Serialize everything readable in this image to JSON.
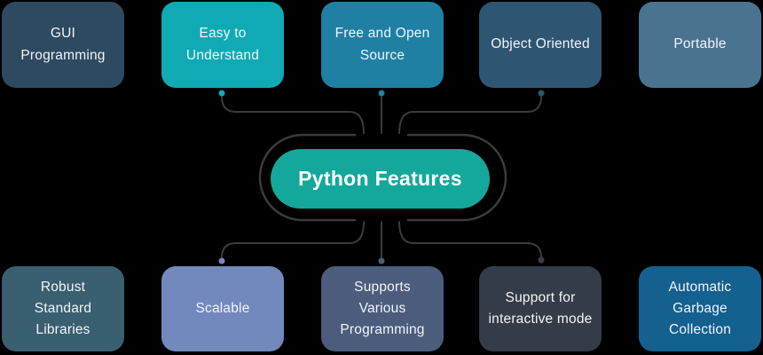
{
  "title": "Python Features",
  "colors": {
    "background": "#000000",
    "connector": "#3b3b3b",
    "label_text": "#f2f4f6",
    "center_fill": "#13a89b"
  },
  "center": {
    "label": "Python Features",
    "color": "#13a89b"
  },
  "top_row": [
    {
      "label": "GUI Programming",
      "color": "#2d4a61",
      "connected": false
    },
    {
      "label": "Easy to Understand",
      "color": "#10aab5",
      "connected": true
    },
    {
      "label": "Free and Open Source",
      "color": "#1f80a4",
      "connected": true
    },
    {
      "label": "Object Oriented",
      "color": "#2e5672",
      "connected": true
    },
    {
      "label": "Portable",
      "color": "#4a7390",
      "connected": false
    }
  ],
  "bottom_row": [
    {
      "label": "Robust Standard Libraries",
      "color": "#395f70",
      "connected": false
    },
    {
      "label": "Scalable",
      "color": "#7289be",
      "connected": true
    },
    {
      "label": "Supports Various Programming",
      "color": "#4c5c7d",
      "connected": true
    },
    {
      "label": "Support for interactive mode",
      "color": "#353c49",
      "connected": true
    },
    {
      "label": "Automatic Garbage Collection",
      "color": "#14608f",
      "connected": false
    }
  ]
}
